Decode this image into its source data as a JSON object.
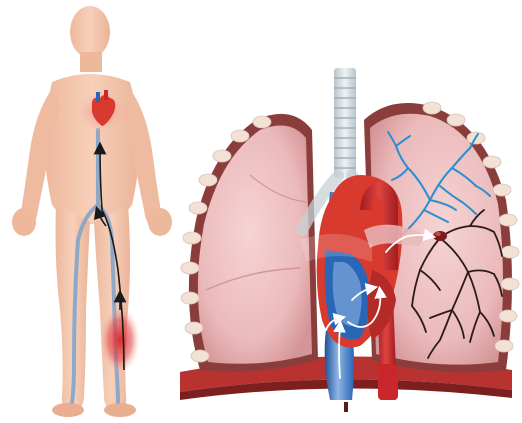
{
  "figure": {
    "panels": [
      {
        "id": "body",
        "subject": "human-body-with-dvt-in-right-calf"
      },
      {
        "id": "lungs",
        "subject": "heart-and-lungs-pulmonary-embolism"
      }
    ],
    "colors": {
      "background": "#ffffff",
      "skin": "#f4c6ad",
      "skin_shadow": "#e7a98d",
      "vein": "#8fa8c8",
      "clot_glow": "#d9252a",
      "heart": "#d83a2e",
      "lung_fill": "#efc3c4",
      "lung_shadow": "#d99a9d",
      "lung_rim": "#8a3d3b",
      "rib_nodule": "#f2e2d6",
      "trachea": "#cfd8dd",
      "aorta": "#c9272c",
      "vena_cava": "#2a66b6",
      "vena_cava_light": "#9fc0e6",
      "blue_vessels": "#2a8fd1",
      "dark_vessels": "#2b1c1a",
      "diaphragm": "#b8322f",
      "flow_arrow_body": "#1a1a1a",
      "flow_arrow_heart": "#ffffff"
    },
    "icons": [
      "heart-icon",
      "blood-clot-icon",
      "flow-arrow-icon"
    ]
  }
}
